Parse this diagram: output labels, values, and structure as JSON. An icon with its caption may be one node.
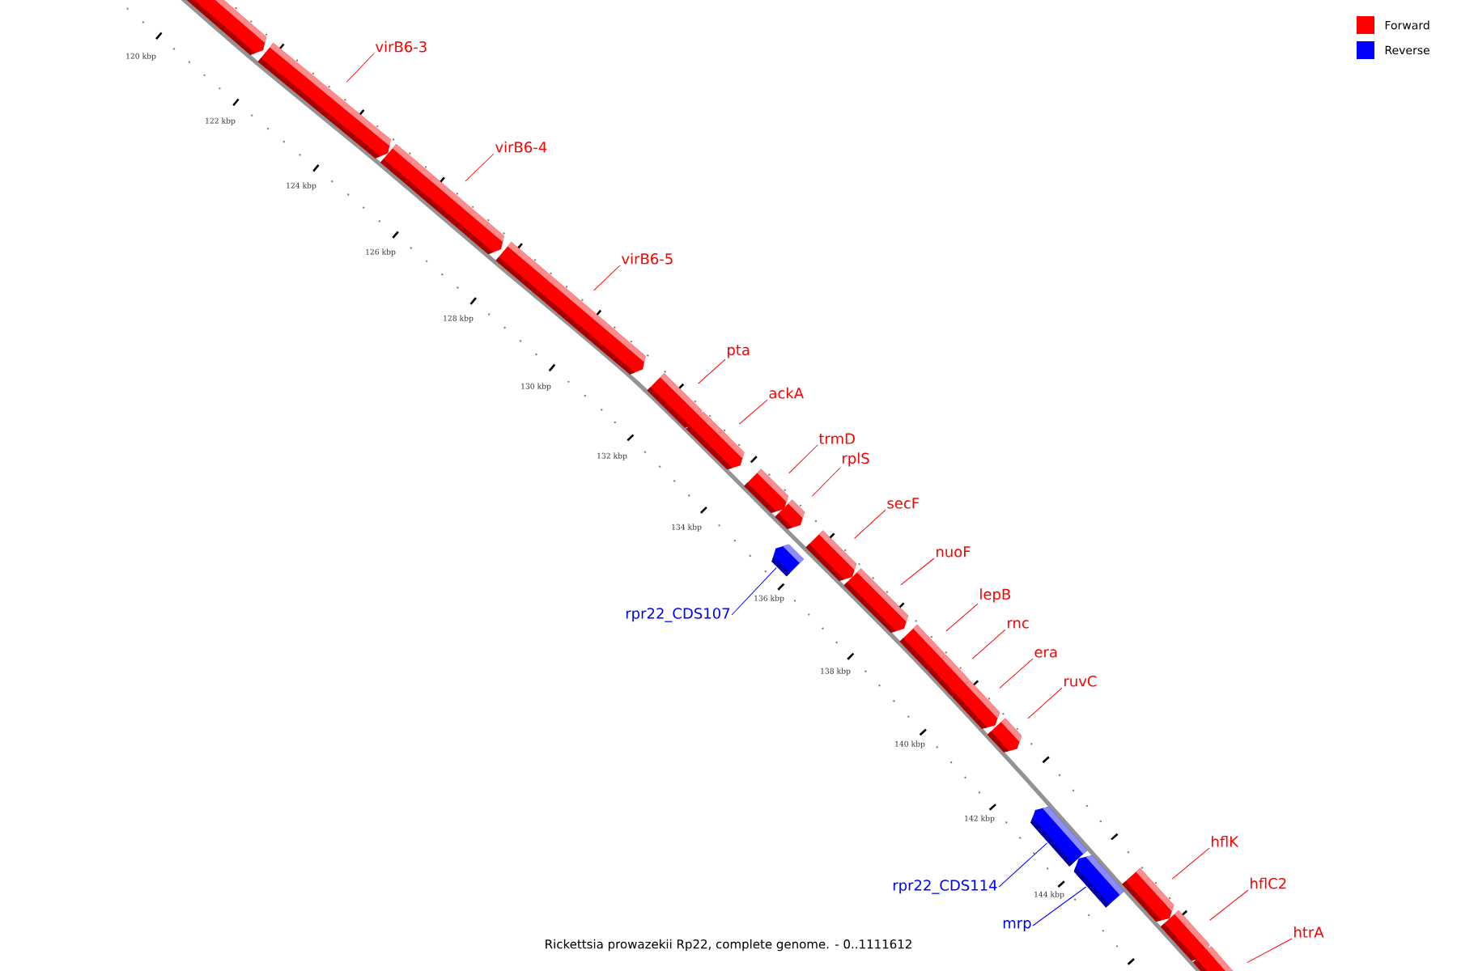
{
  "diagram": {
    "caption": "Rickettsia prowazekii Rp22, complete genome. - 0..1111612",
    "nodes": [
      {
        "text": [],
        "shape": "bar"
      },
      {
        "text": [
          "virB6-3"
        ]
      },
      {
        "text": [],
        "shape": "bar"
      },
      {
        "text": [
          "virB6-4"
        ]
      },
      {
        "text": [],
        "shape": "bar"
      },
      {
        "text": [
          "virB6-5"
        ]
      },
      {
        "text": [],
        "shape": "bar"
      },
      {
        "text": [
          "pta"
        ]
      },
      {
        "text": [],
        "shape": "bar"
      },
      {
        "text": [
          "ackA"
        ]
      },
      {
        "text": [],
        "shape": "bar"
      },
      {
        "text": [
          "trmD"
        ]
      },
      {
        "text": [],
        "shape": "bar"
      },
      {
        "text": [
          "rplS"
        ]
      },
      {
        "text": [],
        "shape": "bar"
      },
      {
        "text": [
          "rpr22_CDS107"
        ]
      },
      {
        "text": [],
        "shape": "bar"
      },
      {
        "text": [
          "secF"
        ]
      },
      {
        "text": [],
        "shape": "bar"
      },
      {
        "text": [
          "nuoF"
        ]
      },
      {
        "text": [],
        "shape": "bar"
      },
      {
        "text": [
          "lepB"
        ]
      },
      {
        "text": [],
        "shape": "bar"
      },
      {
        "text": [
          "rnc"
        ]
      },
      {
        "text": [],
        "shape": "bar"
      },
      {
        "text": [
          "era"
        ]
      },
      {
        "text": [],
        "shape": "bar"
      },
      {
        "text": [
          "ruvC"
        ]
      },
      {
        "text": [],
        "shape": "bar"
      },
      {
        "text": [
          "rpr22_CDS114"
        ]
      },
      {
        "text": [],
        "shape": "bar"
      },
      {
        "text": [
          "mrp"
        ]
      },
      {
        "text": [],
        "shape": "bar"
      },
      {
        "text": [
          "hflK"
        ]
      },
      {
        "text": [],
        "shape": "bar"
      },
      {
        "text": [
          "hflC2"
        ]
      },
      {
        "text": [],
        "shape": "bar"
      },
      {
        "text": [
          "htrA"
        ]
      },
      {
        "text": [],
        "shape": "bar"
      }
    ],
    "edges": [
      {
        "from": 1,
        "to": 2,
        "arrow": "none"
      },
      {
        "from": 3,
        "to": 4,
        "arrow": "none"
      },
      {
        "from": 5,
        "to": 6,
        "arrow": "none"
      },
      {
        "from": 7,
        "to": 8,
        "arrow": "none"
      },
      {
        "from": 9,
        "to": 10,
        "arrow": "none"
      },
      {
        "from": 11,
        "to": 12,
        "arrow": "none"
      },
      {
        "from": 13,
        "to": 14,
        "arrow": "none"
      },
      {
        "from": 15,
        "to": 16,
        "arrow": "none",
        "color": "#0000ff"
      },
      {
        "from": 17,
        "to": 18,
        "arrow": "none"
      },
      {
        "from": 19,
        "to": 20,
        "arrow": "none"
      },
      {
        "from": 21,
        "to": 22,
        "arrow": "none"
      },
      {
        "from": 23,
        "to": 24,
        "arrow": "none"
      },
      {
        "from": 25,
        "to": 26,
        "arrow": "none"
      },
      {
        "from": 27,
        "to": 28,
        "arrow": "none"
      },
      {
        "from": 29,
        "to": 30,
        "arrow": "none",
        "color": "#0000ff"
      },
      {
        "from": 31,
        "to": 32,
        "arrow": "none",
        "color": "#0000ff"
      },
      {
        "from": 33,
        "to": 34,
        "arrow": "none"
      },
      {
        "from": 35,
        "to": 36,
        "arrow": "none"
      },
      {
        "from": 37,
        "to": 38,
        "arrow": "none"
      }
    ],
    "labels": [
      "120 kbp",
      "122 kbp",
      "124 kbp",
      "126 kbp",
      "128 kbp",
      "130 kbp",
      "132 kbp",
      "134 kbp",
      "136 kbp",
      "138 kbp",
      "140 kbp",
      "142 kbp",
      "144 kbp"
    ],
    "legend": [
      {
        "text": "Forward",
        "color": "#ff0000"
      },
      {
        "text": "Reverse",
        "color": "#0000ff"
      }
    ]
  }
}
